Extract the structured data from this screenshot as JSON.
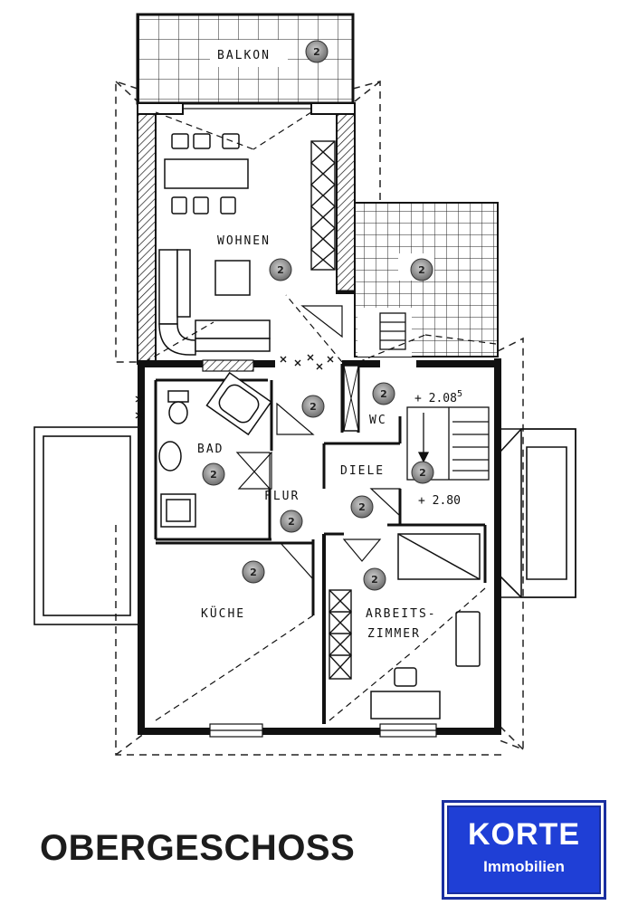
{
  "plan": {
    "rooms": {
      "balkon": "BALKON",
      "wohnen": "WOHNEN",
      "bad": "BAD",
      "flur": "FLUR",
      "wc": "WC",
      "diele": "DIELE",
      "kueche": "KÜCHE",
      "arbeits_line1": "ARBEITS-",
      "arbeits_line2": "ZIMMER"
    },
    "levels": {
      "upper_base": "+ 2.08",
      "upper_sup": "5",
      "lower": "+ 2.80"
    },
    "marker_text": "2"
  },
  "footer": {
    "title": "OBERGESCHOSS",
    "logo_main": "KORTE",
    "logo_sub": "Immobilien"
  },
  "colors": {
    "logo_blue": "#1f3fd6",
    "ink": "#111111"
  }
}
